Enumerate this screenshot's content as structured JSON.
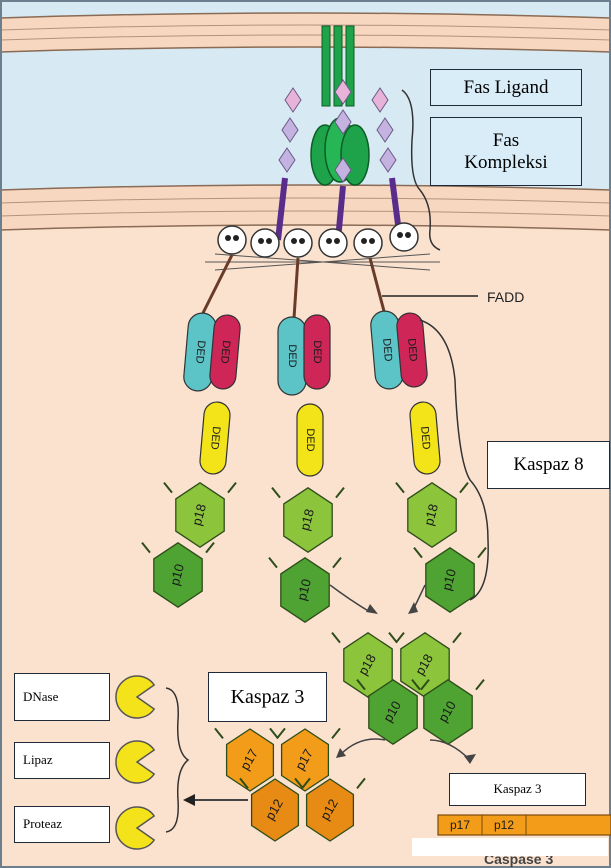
{
  "labels": {
    "fas_ligand": "Fas Ligand",
    "fas_kompleksi_line1": "Fas",
    "fas_kompleksi_line2": "Kompleksi",
    "fadd": "FADD",
    "kaspaz8": "Kaspaz 8",
    "kaspaz3_large": "Kaspaz 3",
    "kaspaz3_small": "Kaspaz 3",
    "caspase3_caption": "Caspase 3",
    "dnase": "DNase",
    "lipaz": "Lipaz",
    "proteaz": "Proteaz"
  },
  "domains": {
    "ded": "DED",
    "p18": "p18",
    "p10": "p10",
    "p17": "p17",
    "p12": "p12"
  },
  "colors": {
    "extracellular": "#d7e9f3",
    "membrane": "#f7d7bf",
    "cytoplasm": "#fbe2cf",
    "label_box_light": "#d9edf8",
    "label_box_white": "#ffffff",
    "ded_teal": "#5cc3c7",
    "ded_red": "#cf2658",
    "ded_yellow": "#f2e419",
    "caspase8_green": "#8cc43c",
    "caspase8_dark": "#4ea332",
    "caspase3_orange": "#f29c1a",
    "enzyme_yellow": "#f4e31a",
    "receptor_green": "#1fa34a",
    "receptor_purple": "#5a2d8c"
  }
}
